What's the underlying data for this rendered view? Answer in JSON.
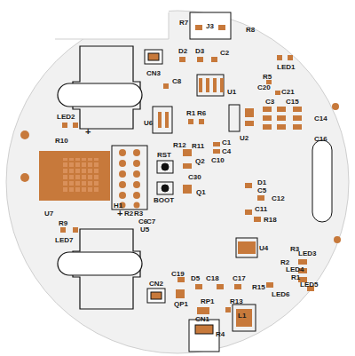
{
  "diagram": {
    "labels": [
      "R7",
      "J3",
      "R8",
      "D2",
      "D3",
      "C2",
      "LED1",
      "CN3",
      "C8",
      "R5",
      "C20",
      "C21",
      "U1",
      "C3",
      "C15",
      "C14",
      "LED2",
      "U6",
      "R1",
      "R6",
      "C16",
      "U2",
      "R10",
      "R12",
      "R11",
      "RST",
      "C1",
      "C4",
      "Q2",
      "C10",
      "C30",
      "BOOT",
      "Q1",
      "D1",
      "C5",
      "C12",
      "C11",
      "R18",
      "U7",
      "H1",
      "R2",
      "R3",
      "C6",
      "C7",
      "U5",
      "R9",
      "LED7",
      "U4",
      "R3",
      "LED3",
      "R2",
      "LED4",
      "R1",
      "LED5",
      "R15",
      "LED6",
      "C19",
      "CN2",
      "D5",
      "C18",
      "C17",
      "QP1",
      "RP1",
      "CN1",
      "R13",
      "L1",
      "R4",
      "+",
      "+"
    ]
  }
}
